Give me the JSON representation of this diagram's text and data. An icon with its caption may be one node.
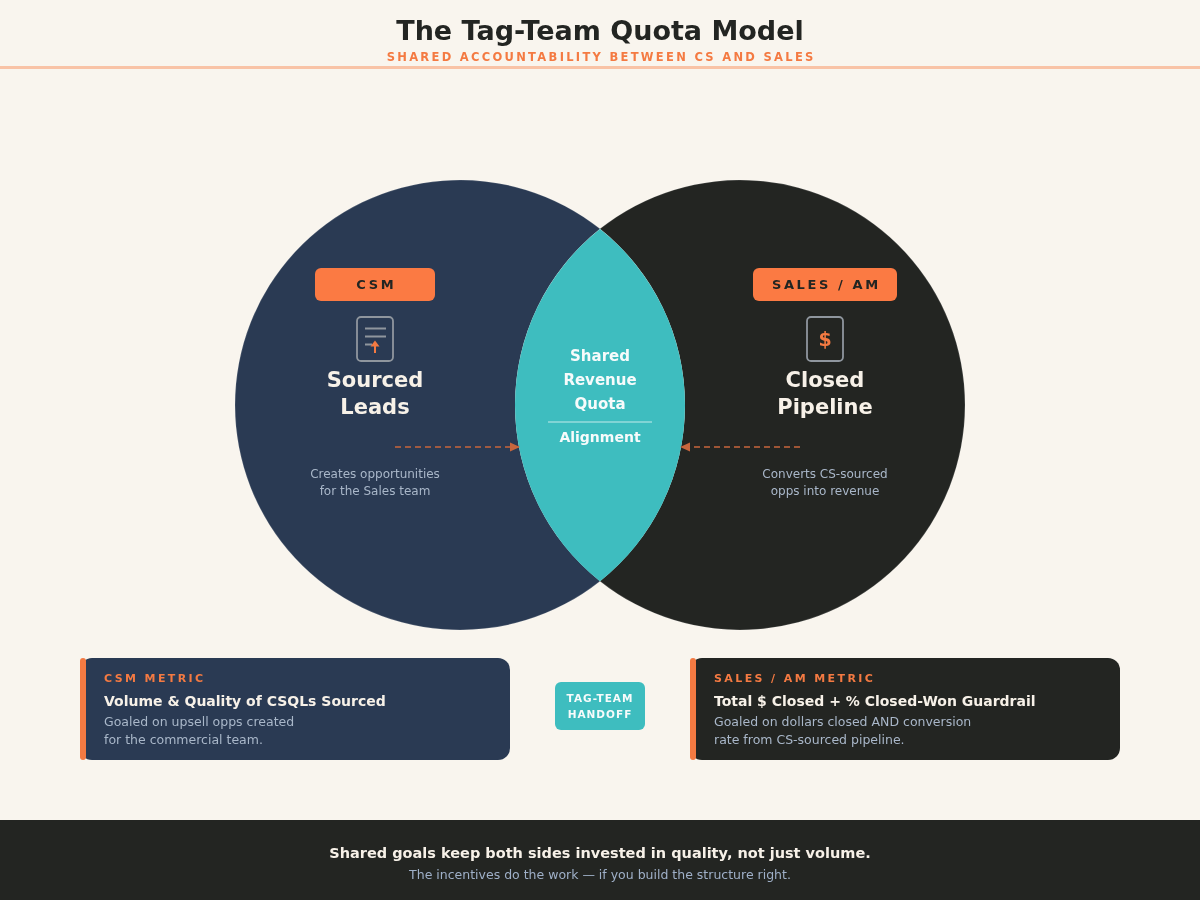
{
  "diagram": {
    "title": "The Tag-Team Quota Model",
    "nodes": [
      {
        "text": [
          "Sourced Leads",
          "Creates opportunities for the Sales team"
        ]
      },
      {
        "text": [
          "CSM"
        ],
        "in": 0
      },
      {
        "text": [
          "Closed Pipeline",
          "Converts CS-sourced opps into revenue"
        ]
      },
      {
        "text": [
          "SALES / AM"
        ],
        "in": 2
      },
      {
        "text": [
          "Shared Revenue Quota",
          "Alignment"
        ]
      },
      {
        "text": [
          "CSM METRIC",
          "Volume & Quality of CSQLs Sourced",
          "Goaled on upsell opps created for the commercial team."
        ]
      },
      {
        "text": [
          "TAG-TEAM HANDOFF"
        ]
      },
      {
        "text": [
          "SALES / AM METRIC",
          "Total $ Closed + % Closed-Won Guardrail",
          "Goaled on dollars closed AND conversion rate from CS-sourced pipeline."
        ]
      },
      {
        "text": [
          "Shared goals keep both sides invested in quality, not just volume.",
          "The incentives do the work — if you build the structure right."
        ]
      }
    ],
    "edges": [
      {
        "from": null,
        "to": 4,
        "arrow": "to",
        "style": "dashed"
      },
      {
        "from": null,
        "to": 4,
        "arrow": "to",
        "style": "dashed"
      }
    ],
    "labels": [
      "SHARED ACCOUNTABILITY BETWEEN CS AND SALES",
      "$"
    ]
  }
}
